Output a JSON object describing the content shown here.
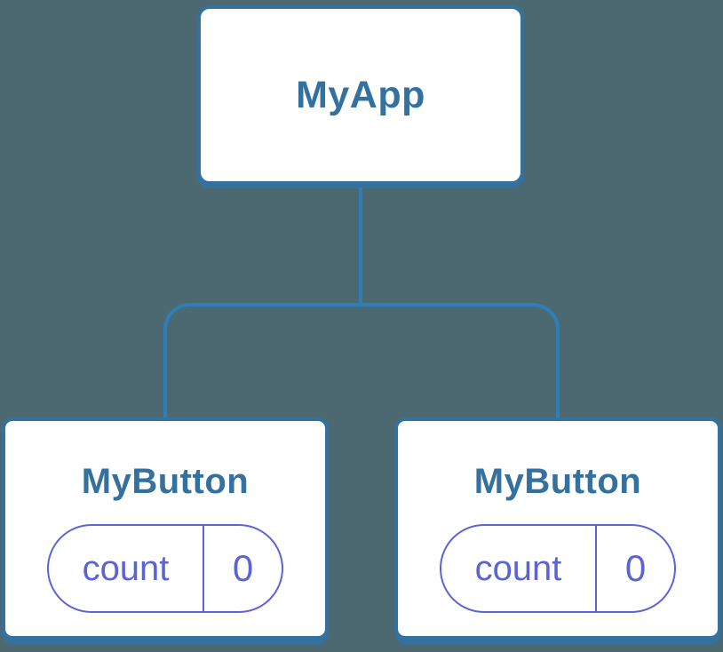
{
  "diagram": {
    "type": "component-tree",
    "colors": {
      "background": "#4C6971",
      "node_fill": "#FFFFFF",
      "node_border": "#35719F",
      "node_label": "#35719F",
      "connector": "#2E7EB8",
      "state_accent": "#5B64D6"
    },
    "root": {
      "label": "MyApp"
    },
    "children": [
      {
        "label": "MyButton",
        "state": {
          "key": "count",
          "value": "0"
        }
      },
      {
        "label": "MyButton",
        "state": {
          "key": "count",
          "value": "0"
        }
      }
    ]
  }
}
